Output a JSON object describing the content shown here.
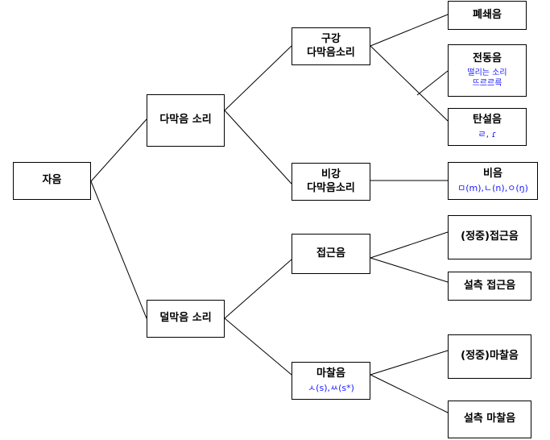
{
  "nodes": {
    "root": {
      "label": "자음"
    },
    "diaphragm": {
      "label": "다막음 소리"
    },
    "semi": {
      "label": "덜막음 소리"
    },
    "oral": {
      "line1": "구강",
      "line2": "다막음소리"
    },
    "nasal": {
      "line1": "비강",
      "line2": "다막음소리"
    },
    "approximant": {
      "label": "접근음"
    },
    "fricative": {
      "label": "마찰음",
      "sub": "ㅅ(s),ㅆ(s*)"
    },
    "stop": {
      "label": "폐쇄음"
    },
    "trill": {
      "label": "전동음",
      "sub1": "떨리는 소리",
      "sub2": "뜨르르륵"
    },
    "tap": {
      "label": "탄설음",
      "sub": "ㄹ, ɾ"
    },
    "nasal_sound": {
      "label": "비음",
      "sub": "ㅁ(m),ㄴ(n),ㅇ(ŋ)"
    },
    "central_approximant": {
      "label": "(정중)접근음"
    },
    "lateral_approximant": {
      "label": "설측 접근음"
    },
    "central_fricative": {
      "label": "(정중)마찰음"
    },
    "lateral_fricative": {
      "label": "설측 마찰음"
    }
  }
}
